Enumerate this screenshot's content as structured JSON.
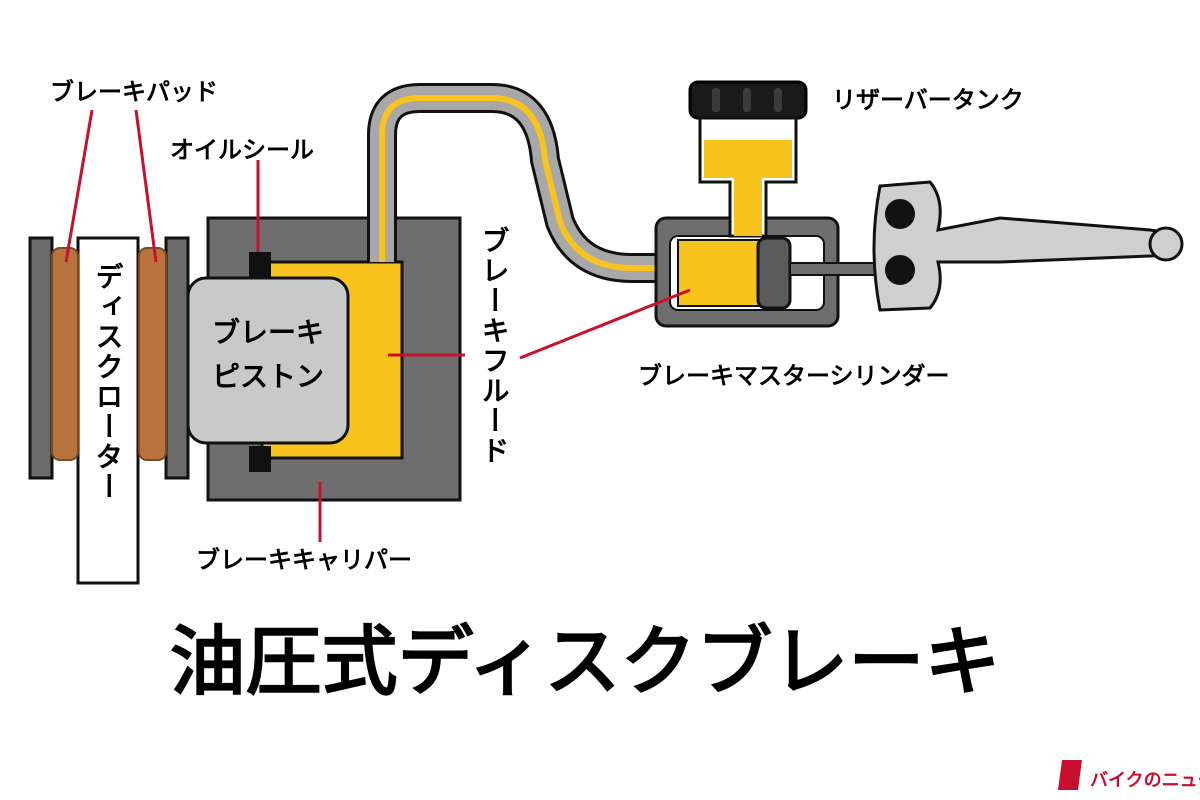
{
  "title": "油圧式ディスクブレーキ",
  "labels": {
    "brake_pad": "ブレーキパッド",
    "oil_seal": "オイルシール",
    "disc_rotor": "ディスクローター",
    "brake_piston_line1": "ブレーキ",
    "brake_piston_line2": "ピストン",
    "brake_fluid": "ブレーキフルード",
    "reservoir_tank": "リザーバータンク",
    "master_cylinder": "ブレーキマスターシリンダー",
    "brake_caliper": "ブレーキキャリパー"
  },
  "watermark": {
    "text": "バイクのニュース"
  },
  "colors": {
    "fluid": "#f9c31e",
    "caliper": "#6e6e6e",
    "piston": "#c9c9c9",
    "pad": "#b9733f",
    "disc": "#6b6b6b",
    "hose": "#a8a8a8",
    "leader_line": "#c8102e",
    "seal": "#111111",
    "watermark": "#c8102e"
  }
}
